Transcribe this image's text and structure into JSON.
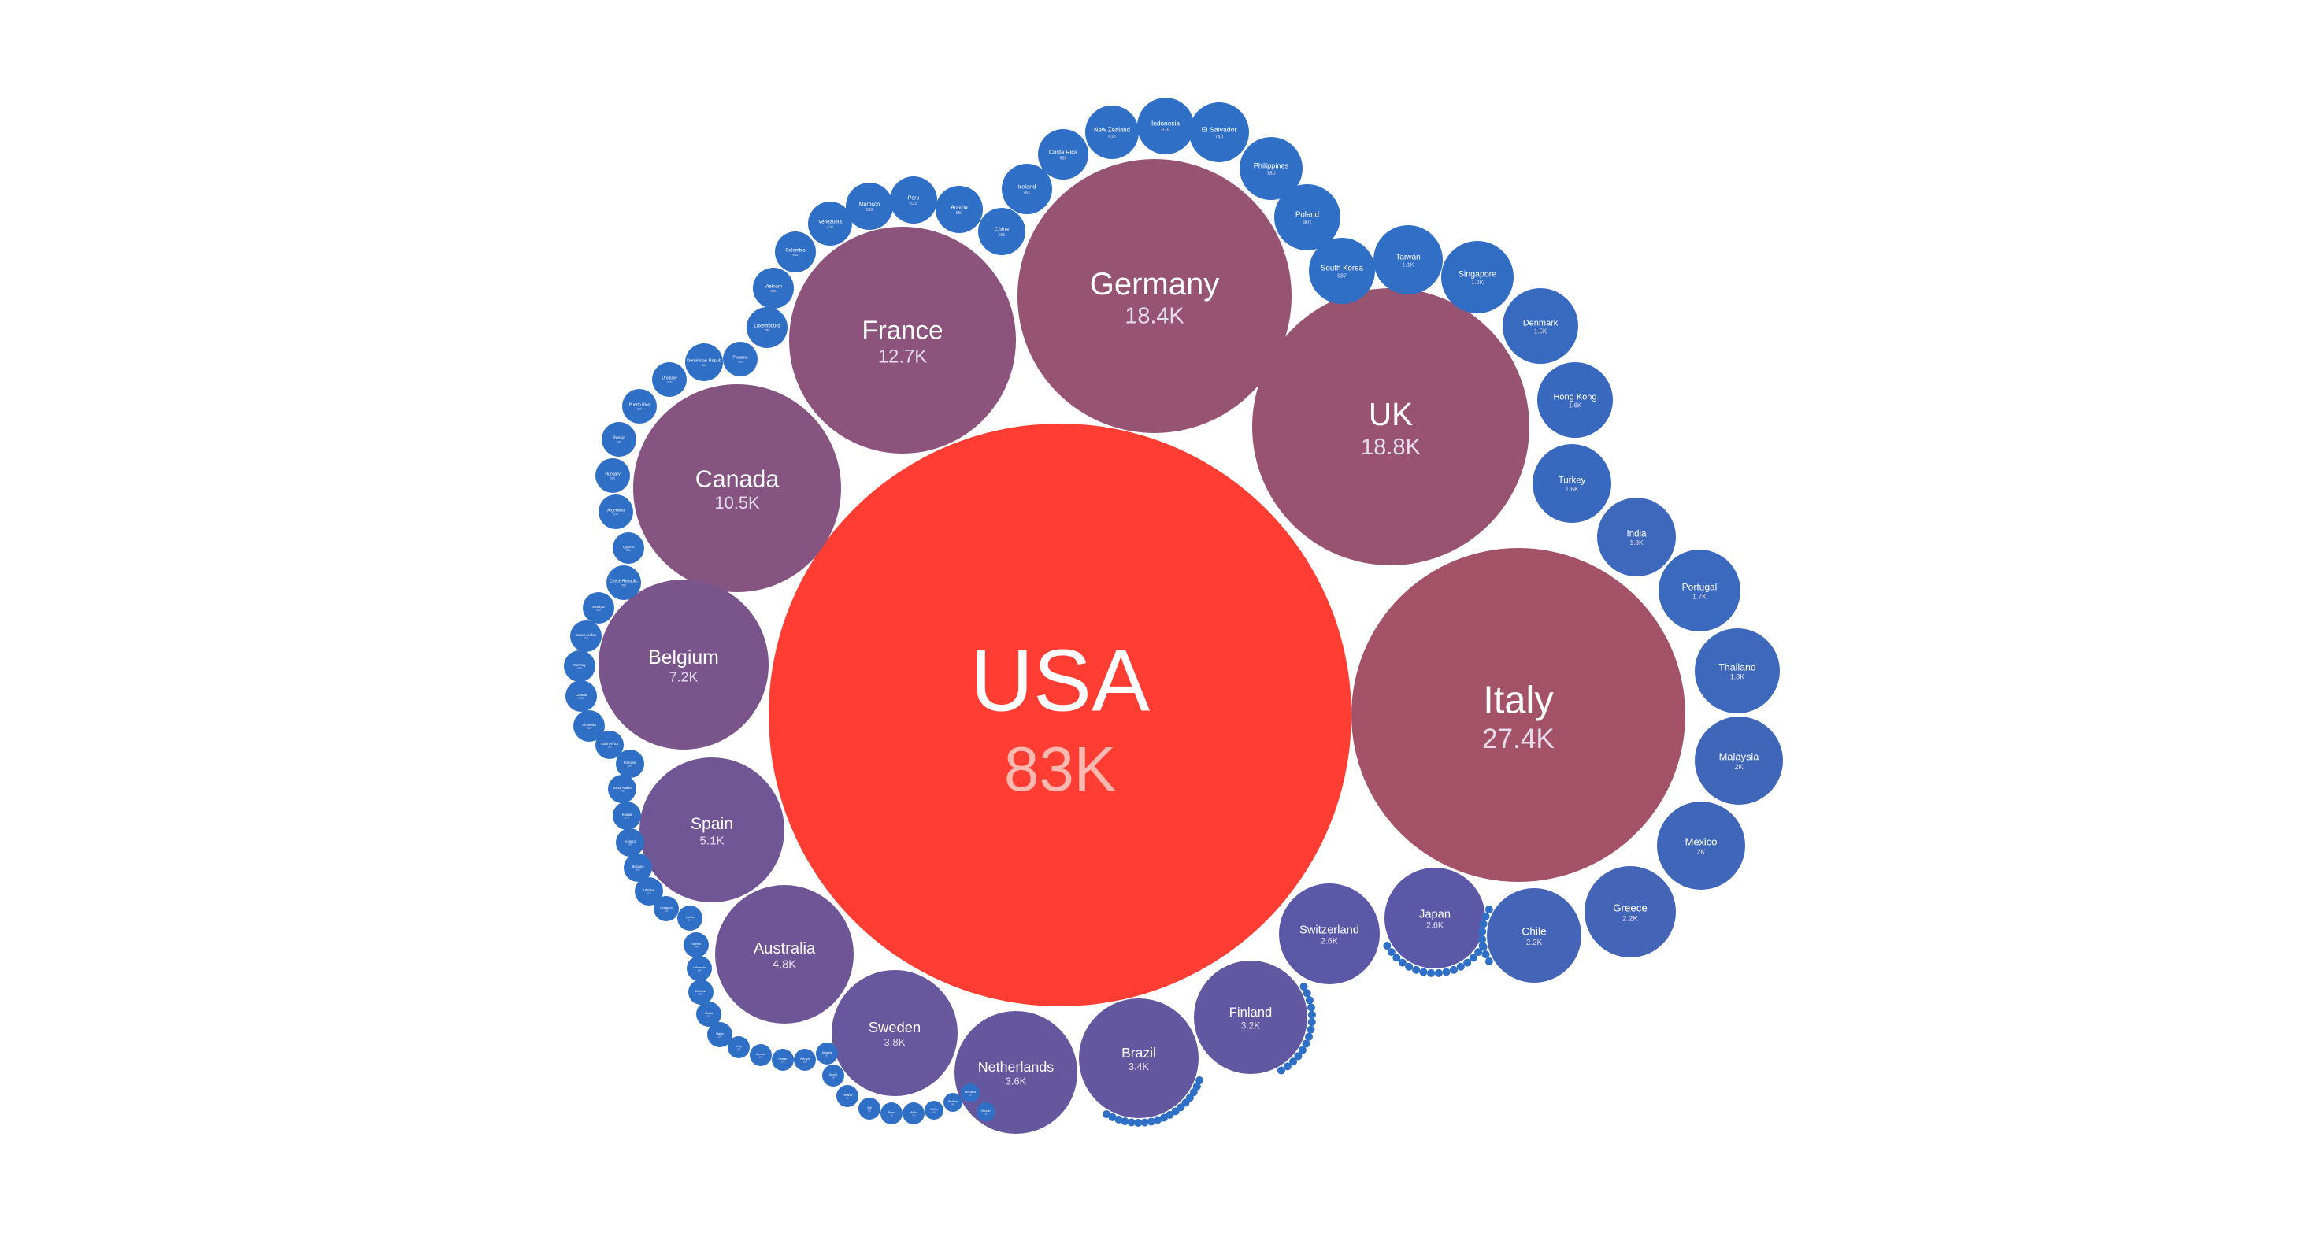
{
  "chart_data": {
    "type": "bubble",
    "unit_note": "",
    "colors": {
      "big_top": "#ff3d33",
      "big_low": "#5a58a8",
      "big_high": "#a35267",
      "small": "#2f6fc6",
      "label": "#ffffff",
      "value_big": "#ffb8b0",
      "value_mid": "#e4dcec"
    },
    "bubbles": [
      {
        "name": "USA",
        "value": "83K",
        "v": 83000
      },
      {
        "name": "Italy",
        "value": "27.4K",
        "v": 27400
      },
      {
        "name": "UK",
        "value": "18.8K",
        "v": 18800
      },
      {
        "name": "Germany",
        "value": "18.4K",
        "v": 18400
      },
      {
        "name": "France",
        "value": "12.7K",
        "v": 12700
      },
      {
        "name": "Canada",
        "value": "10.5K",
        "v": 10500
      },
      {
        "name": "Belgium",
        "value": "7.2K",
        "v": 7200
      },
      {
        "name": "Spain",
        "value": "5.1K",
        "v": 5100
      },
      {
        "name": "Australia",
        "value": "4.8K",
        "v": 4800
      },
      {
        "name": "Sweden",
        "value": "3.8K",
        "v": 3800
      },
      {
        "name": "Netherlands",
        "value": "3.6K",
        "v": 3600
      },
      {
        "name": "Brazil",
        "value": "3.4K",
        "v": 3400
      },
      {
        "name": "Finland",
        "value": "3.2K",
        "v": 3200
      },
      {
        "name": "Switzerland",
        "value": "2.6K",
        "v": 2600
      },
      {
        "name": "Japan",
        "value": "2.6K",
        "v": 2600
      },
      {
        "name": "Chile",
        "value": "2.2K",
        "v": 2200
      },
      {
        "name": "Greece",
        "value": "2.2K",
        "v": 2200
      },
      {
        "name": "Mexico",
        "value": "2K",
        "v": 2000
      },
      {
        "name": "Malaysia",
        "value": "2K",
        "v": 2000
      },
      {
        "name": "Thailand",
        "value": "1.8K",
        "v": 1800
      },
      {
        "name": "Portugal",
        "value": "1.7K",
        "v": 1700
      },
      {
        "name": "India",
        "value": "1.8K",
        "v": 1800
      },
      {
        "name": "Turkey",
        "value": "1.6K",
        "v": 1600
      },
      {
        "name": "Hong Kong",
        "value": "1.6K",
        "v": 1600
      },
      {
        "name": "Denmark",
        "value": "1.5K",
        "v": 1500
      },
      {
        "name": "Singapore",
        "value": "1.2K",
        "v": 1200
      },
      {
        "name": "Taiwan",
        "value": "1.1K",
        "v": 1100
      },
      {
        "name": "South Korea",
        "value": "987",
        "v": 987
      },
      {
        "name": "Poland",
        "value": "901",
        "v": 901
      },
      {
        "name": "Philippines",
        "value": "780",
        "v": 780
      },
      {
        "name": "El Salvador",
        "value": "740",
        "v": 740
      },
      {
        "name": "Indonesia",
        "value": "678",
        "v": 678
      },
      {
        "name": "New Zealand",
        "value": "615",
        "v": 615
      },
      {
        "name": "Costa Rica",
        "value": "568",
        "v": 568
      },
      {
        "name": "Ireland",
        "value": "561",
        "v": 561
      },
      {
        "name": "China",
        "value": "556",
        "v": 556
      },
      {
        "name": "Austria",
        "value": "550",
        "v": 550
      },
      {
        "name": "Peru",
        "value": "512",
        "v": 512
      },
      {
        "name": "Morocco",
        "value": "500",
        "v": 500
      },
      {
        "name": "Venezuela",
        "value": "410",
        "v": 410
      },
      {
        "name": "Colombia",
        "value": "400",
        "v": 400
      },
      {
        "name": "Vietnam",
        "value": "380",
        "v": 380
      },
      {
        "name": "Luxembourg",
        "value": "360",
        "v": 360
      },
      {
        "name": "Panama",
        "value": "343",
        "v": 343
      },
      {
        "name": "Dominican Repub",
        "value": "330",
        "v": 330
      },
      {
        "name": "Uruguay",
        "value": "310",
        "v": 310
      },
      {
        "name": "Puerto Rico",
        "value": "300",
        "v": 300
      },
      {
        "name": "Russia",
        "value": "290",
        "v": 290
      },
      {
        "name": "Hungary",
        "value": "280",
        "v": 280
      },
      {
        "name": "Argentina",
        "value": "270",
        "v": 270
      },
      {
        "name": "Cyprus",
        "value": "260",
        "v": 260
      },
      {
        "name": "Czech Republic",
        "value": "250",
        "v": 250
      },
      {
        "name": "Estonia",
        "value": "240",
        "v": 240
      },
      {
        "name": "Saudi Arabia",
        "value": "230",
        "v": 230
      },
      {
        "name": "Norway",
        "value": "220",
        "v": 220
      },
      {
        "name": "Croatia",
        "value": "210",
        "v": 210
      },
      {
        "name": "Slovenia",
        "value": "200",
        "v": 200
      },
      {
        "name": "South Africa",
        "value": "190",
        "v": 190
      },
      {
        "name": "Romania",
        "value": "180",
        "v": 180
      },
      {
        "name": "Saudi Arabia",
        "value": "175",
        "v": 175
      },
      {
        "name": "Kuwait",
        "value": "170",
        "v": 170
      },
      {
        "name": "Iceland",
        "value": "165",
        "v": 165
      },
      {
        "name": "Bulgaria",
        "value": "160",
        "v": 160
      },
      {
        "name": "Ukraine",
        "value": "155",
        "v": 155
      },
      {
        "name": "Lebanon",
        "value": "150",
        "v": 150
      },
      {
        "name": "Latvia",
        "value": "145",
        "v": 145
      },
      {
        "name": "Serbia",
        "value": "140",
        "v": 140
      },
      {
        "name": "Lithuania",
        "value": "135",
        "v": 135
      },
      {
        "name": "Bahrain",
        "value": "130",
        "v": 130
      },
      {
        "name": "Malta",
        "value": "125",
        "v": 125
      },
      {
        "name": "Qatar",
        "value": "120",
        "v": 120
      },
      {
        "name": "Iraq",
        "value": "115",
        "v": 115
      },
      {
        "name": "Jordan",
        "value": "110",
        "v": 110
      },
      {
        "name": "Oman",
        "value": "105",
        "v": 105
      },
      {
        "name": "Kenya",
        "value": "100",
        "v": 100
      },
      {
        "name": "Nigeria",
        "value": "95",
        "v": 95
      },
      {
        "name": "Nepal",
        "value": "90",
        "v": 90
      },
      {
        "name": "Ghana",
        "value": "85",
        "v": 85
      },
      {
        "name": "Fiji",
        "value": "80",
        "v": 80
      },
      {
        "name": "Peru",
        "value": "75",
        "v": 75
      },
      {
        "name": "Malta",
        "value": "70",
        "v": 70
      },
      {
        "name": "Cuba",
        "value": "65",
        "v": 65
      },
      {
        "name": "Bolivia",
        "value": "60",
        "v": 60
      },
      {
        "name": "Monaco",
        "value": "55",
        "v": 55
      },
      {
        "name": "Brunei",
        "value": "50",
        "v": 50
      }
    ]
  }
}
